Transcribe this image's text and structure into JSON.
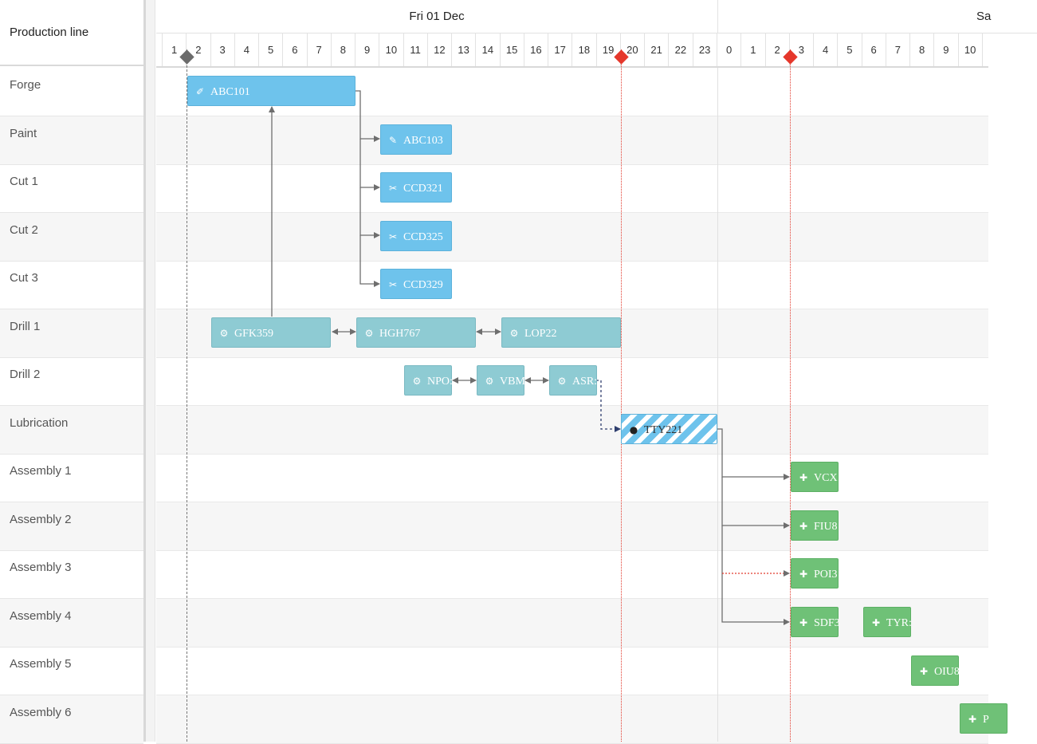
{
  "sidebar": {
    "title": "Production line",
    "rows": [
      "Forge",
      "Paint",
      "Cut 1",
      "Cut 2",
      "Cut 3",
      "Drill 1",
      "Drill 2",
      "Lubrication",
      "Assembly 1",
      "Assembly 2",
      "Assembly 3",
      "Assembly 4",
      "Assembly 5",
      "Assembly 6"
    ]
  },
  "timeline": {
    "days": [
      "Fri 01 Dec",
      "Sa"
    ],
    "hours_day1": [
      "1",
      "2",
      "3",
      "4",
      "5",
      "6",
      "7",
      "8",
      "9",
      "10",
      "11",
      "12",
      "13",
      "14",
      "15",
      "16",
      "17",
      "18",
      "19",
      "20",
      "21",
      "22",
      "23"
    ],
    "hours_day2": [
      "0",
      "1",
      "2",
      "3",
      "4",
      "5",
      "6",
      "7",
      "8",
      "9",
      "10"
    ]
  },
  "tasks": [
    {
      "id": "t1",
      "label": "ABC101",
      "icon": "✐",
      "icon_name": "forge-icon",
      "style": "blue"
    },
    {
      "id": "t2",
      "label": "ABC103",
      "icon": "✎",
      "icon_name": "paint-brush-icon",
      "style": "blue"
    },
    {
      "id": "t3",
      "label": "CCD321",
      "icon": "✂",
      "icon_name": "scissors-icon",
      "style": "blue"
    },
    {
      "id": "t4",
      "label": "CCD325",
      "icon": "✂",
      "icon_name": "scissors-icon",
      "style": "blue"
    },
    {
      "id": "t5",
      "label": "CCD329",
      "icon": "✂",
      "icon_name": "scissors-icon",
      "style": "blue"
    },
    {
      "id": "t6",
      "label": "GFK359",
      "icon": "⚙",
      "icon_name": "gear-icon",
      "style": "teal"
    },
    {
      "id": "t7",
      "label": "HGH767",
      "icon": "⚙",
      "icon_name": "gear-icon",
      "style": "teal"
    },
    {
      "id": "t8",
      "label": "LOP22",
      "icon": "⚙",
      "icon_name": "gear-icon",
      "style": "teal"
    },
    {
      "id": "t9",
      "label": "NPO:",
      "icon": "⚙",
      "icon_name": "gear-icon",
      "style": "teal"
    },
    {
      "id": "t10",
      "label": "VBM",
      "icon": "⚙",
      "icon_name": "gear-icon",
      "style": "teal"
    },
    {
      "id": "t11",
      "label": "ASR:",
      "icon": "⚙",
      "icon_name": "gear-icon",
      "style": "teal"
    },
    {
      "id": "t12",
      "label": "TTY221",
      "icon": "●",
      "icon_name": "oil-drop-icon",
      "style": "striped"
    },
    {
      "id": "t13",
      "label": "VCX",
      "icon": "✚",
      "icon_name": "puzzle-icon",
      "style": "green"
    },
    {
      "id": "t14",
      "label": "FIU8",
      "icon": "✚",
      "icon_name": "puzzle-icon",
      "style": "green"
    },
    {
      "id": "t15",
      "label": "POI3",
      "icon": "✚",
      "icon_name": "puzzle-icon",
      "style": "green"
    },
    {
      "id": "t16",
      "label": "SDF3",
      "icon": "✚",
      "icon_name": "puzzle-icon",
      "style": "green"
    },
    {
      "id": "t17",
      "label": "TYR:",
      "icon": "✚",
      "icon_name": "puzzle-icon",
      "style": "green"
    },
    {
      "id": "t18",
      "label": "OIU8",
      "icon": "✚",
      "icon_name": "puzzle-icon",
      "style": "green"
    },
    {
      "id": "t19",
      "label": "P",
      "icon": "✚",
      "icon_name": "puzzle-icon",
      "style": "green"
    }
  ],
  "colors": {
    "task_blue": "#6ec3ec",
    "task_teal": "#8ecbd3",
    "task_green": "#6fc177",
    "marker_red": "#e5372b",
    "marker_gray": "#6b6b6b"
  }
}
